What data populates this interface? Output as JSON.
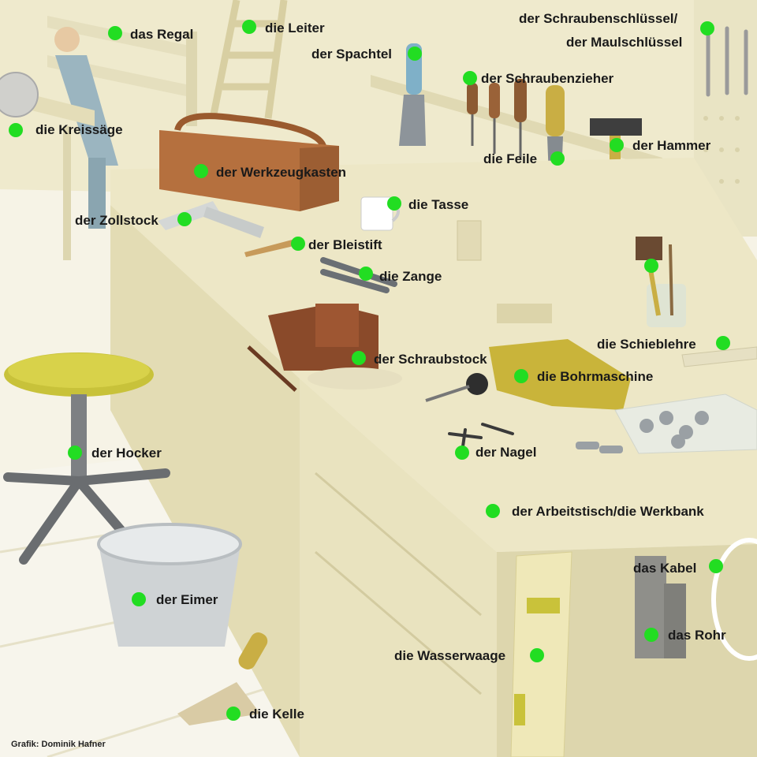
{
  "labels": {
    "regal": "das Regal",
    "leiter": "die Leiter",
    "spachtel": "der Spachtel",
    "schraubenschluessel_1": "der Schraubenschlüssel/",
    "schraubenschluessel_2": "der Maulschlüssel",
    "schraubenzieher": "der Schraubenzieher",
    "kreissaege": "die Kreissäge",
    "hammer": "der Hammer",
    "feile": "die Feile",
    "werkzeugkasten": "der Werkzeugkasten",
    "tasse": "die Tasse",
    "zollstock": "der Zollstock",
    "bleistift": "der Bleistift",
    "zange": "die Zange",
    "schieblehre": "die Schieblehre",
    "schraubstock": "der Schraubstock",
    "bohrmaschine": "die Bohrmaschine",
    "hocker": "der Hocker",
    "nagel": "der Nagel",
    "arbeitstisch": "der Arbeitstisch/die Werkbank",
    "kabel": "das Kabel",
    "eimer": "der Eimer",
    "rohr": "das Rohr",
    "wasserwaage": "die Wasserwaage",
    "kelle": "die Kelle"
  },
  "credit": "Grafik: Dominik Hafner",
  "colors": {
    "background": "#f4f1e2",
    "bench": "#ece6c4",
    "bench_side": "#e2dbb2",
    "marker": "#22dd22",
    "toolbox": "#b5703e",
    "vise": "#8a4a2a",
    "drill": "#c9b43a",
    "stool_seat": "#c8c23a"
  }
}
